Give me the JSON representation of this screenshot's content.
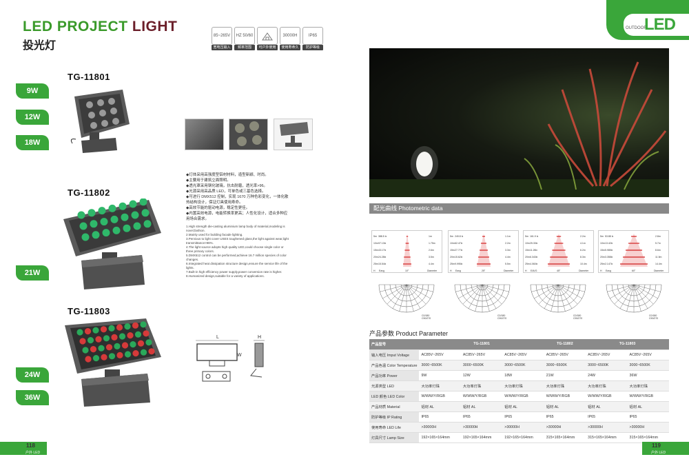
{
  "header": {
    "title_led": "LED PROJECT",
    "title_light": "LIGHT",
    "subtitle": "投光灯",
    "spec_icons": [
      {
        "icon": "voltage-icon",
        "text": "85~265V",
        "caption": "宽电压输入"
      },
      {
        "icon": "frequency-icon",
        "text": "HZ 50/60",
        "caption": "频率范围"
      },
      {
        "icon": "outdoor-icon",
        "text": "",
        "caption": "可户外使用"
      },
      {
        "icon": "lifetime-icon",
        "text": "30000H",
        "caption": "使用寿命久"
      },
      {
        "icon": "ip-icon",
        "text": "IP65",
        "caption": "防护等级"
      }
    ]
  },
  "tab": {
    "small": "OUTDOOR",
    "big": "LED"
  },
  "models": [
    {
      "name": "TG-11801",
      "watts": [
        "9W",
        "12W",
        "18W"
      ]
    },
    {
      "name": "TG-11802",
      "watts": [
        "21W"
      ]
    },
    {
      "name": "TG-11803",
      "watts": [
        "24W",
        "36W"
      ]
    }
  ],
  "features_zh": [
    "◆灯体采用高强度型铝材材料，造型新颖、时尚。",
    "◆主要用于建筑立面照明。",
    "◆透光罩采用钢化玻璃，抗击耐磨，透光率>96。",
    "◆光源采用高品质 LED，可单色或三基色选择。",
    "◆可进行 DMX512 控制，实现 1670 万种色彩变化，一体化散热结构设计，保证灯具使用寿命。",
    "◆高效节能的驱动电源，稳定性更佳。",
    "◆内置高效电源，电能转换率更高；人性化设计，适合多种应用场合需求。"
  ],
  "features_en": [
    "1.High strength die-casting aluminium lamp body of material,modeling is novel,fashion.",
    "2.Mainly used for building facade lighting.",
    "3.Pervious to light cover USES toughened glass,the light against wear,light transmittance>96%.",
    "4.The light source adopts high quality LED,could choose single color or three primary colors.",
    "5.DMX512 control can be performed,achieve 16.7 million species of color changes.",
    "6.Integrated heat dissipation structure design,ensure the service life of the lights.",
    "7.Built-in high efficiency power supply,power conversion rate is higher.",
    "8.Humanized design,suitable for a variety of applications."
  ],
  "dimension_labels": {
    "length": "L",
    "height": "H",
    "width": "W"
  },
  "photometric": {
    "title": "配光曲线 Photometric data",
    "charts": [
      {
        "angle": "10°",
        "rows": [
          [
            "5m",
            "388.5 lx",
            "1m"
          ],
          [
            "10m",
            "97.13lx",
            "1.75m"
          ],
          [
            "15m",
            "43.17lx",
            "2.6m"
          ],
          [
            "20m",
            "24.28lx",
            "3.5m"
          ],
          [
            "25m",
            "15.54lx",
            "4.4m"
          ]
        ],
        "foot": [
          "H",
          "Eavg",
          "10°",
          "Diameter"
        ]
      },
      {
        "angle": "25°",
        "rows": [
          [
            "5m",
            "249.8 lx",
            "1.1m"
          ],
          [
            "10m",
            "62.47lx",
            "2.2m"
          ],
          [
            "15m",
            "27.77lx",
            "3.3m"
          ],
          [
            "20m",
            "15.62lx",
            "4.4m"
          ],
          [
            "25m",
            "9.995lx",
            "5.5m"
          ]
        ],
        "foot": [
          "H",
          "Eavg",
          "25°",
          "Diameter"
        ]
      },
      {
        "angle": "45°",
        "rows": [
          [
            "5m",
            "161.9 lx",
            "2.2m"
          ],
          [
            "10m",
            "25.33lx",
            "4.1m"
          ],
          [
            "15m",
            "11.26lx",
            "6.2m"
          ],
          [
            "20m",
            "6.343lx",
            "8.3m"
          ],
          [
            "25m",
            "4.060lx",
            "10.4m"
          ]
        ],
        "foot": [
          "H",
          "EAVG",
          "45°",
          "Diameter"
        ]
      },
      {
        "angle": "60°",
        "rows": [
          [
            "5m",
            "53.88 lx",
            "2.8m"
          ],
          [
            "10m",
            "13.42lx",
            "5.7m"
          ],
          [
            "15m",
            "5.985lx",
            "8.6m"
          ],
          [
            "20m",
            "3.358lx",
            "11.5m"
          ],
          [
            "25m",
            "2.147lx",
            "14.4m"
          ]
        ],
        "foot": [
          "H",
          "Eavg",
          "60°",
          "Diameter"
        ]
      }
    ],
    "polar_legend": [
      "C0/180",
      "C90/270"
    ]
  },
  "params": {
    "title": "产品参数 Product Parameter",
    "header": [
      "产品型号",
      "TG-11801",
      "TG-11802",
      "TG-11803"
    ],
    "rows": [
      {
        "zh": "输入电压",
        "en": "Imput Voltage",
        "vals": [
          "AC85V~265V",
          "AC85V~265V",
          "AC85V~265V",
          "AC85V~265V",
          "AC85V~265V",
          "AC85V~265V"
        ]
      },
      {
        "zh": "产品色温",
        "en": "Color Temperature",
        "vals": [
          "3000~6500K",
          "3000~6500K",
          "3000~6500K",
          "3000~6500K",
          "3000~6500K",
          "3000~6500K"
        ]
      },
      {
        "zh": "产品功率",
        "en": "Power",
        "vals": [
          "9W",
          "12W",
          "18W",
          "21W",
          "24W",
          "36W"
        ]
      },
      {
        "zh": "光源类型",
        "en": "LED",
        "vals": [
          "大功率灯珠",
          "大功率灯珠",
          "大功率灯珠",
          "大功率灯珠",
          "大功率灯珠",
          "大功率灯珠"
        ]
      },
      {
        "zh": "LED 颜色",
        "en": "LED Color",
        "vals": [
          "W/WW/Y/RGB",
          "W/WW/Y/RGB",
          "W/WW/Y/RGB",
          "W/WW/Y/RGB",
          "W/WW/Y/RGB",
          "W/WW/Y/RGB"
        ]
      },
      {
        "zh": "产品材质",
        "en": "Material",
        "vals": [
          "铝材 AL",
          "铝材 AL",
          "铝材 AL",
          "铝材 AL",
          "铝材 AL",
          "铝材 AL"
        ]
      },
      {
        "zh": "防护等级",
        "en": "IP Rating",
        "vals": [
          "IP65",
          "IP65",
          "IP65",
          "IP65",
          "IP65",
          "IP65"
        ]
      },
      {
        "zh": "使用寿命",
        "en": "LED Life",
        "vals": [
          ">30000H",
          ">30000H",
          ">30000H",
          ">30000H",
          ">30000H",
          ">30000H"
        ]
      },
      {
        "zh": "灯具尺寸",
        "en": "Lamp Size",
        "vals": [
          "192×165×164mm",
          "192×165×164mm",
          "192×165×164mm",
          "315×165×164mm",
          "315×165×164mm",
          "315×165×164mm"
        ]
      }
    ]
  },
  "footer": {
    "left_page": "118",
    "right_page": "119",
    "sub": "户外 LED"
  }
}
